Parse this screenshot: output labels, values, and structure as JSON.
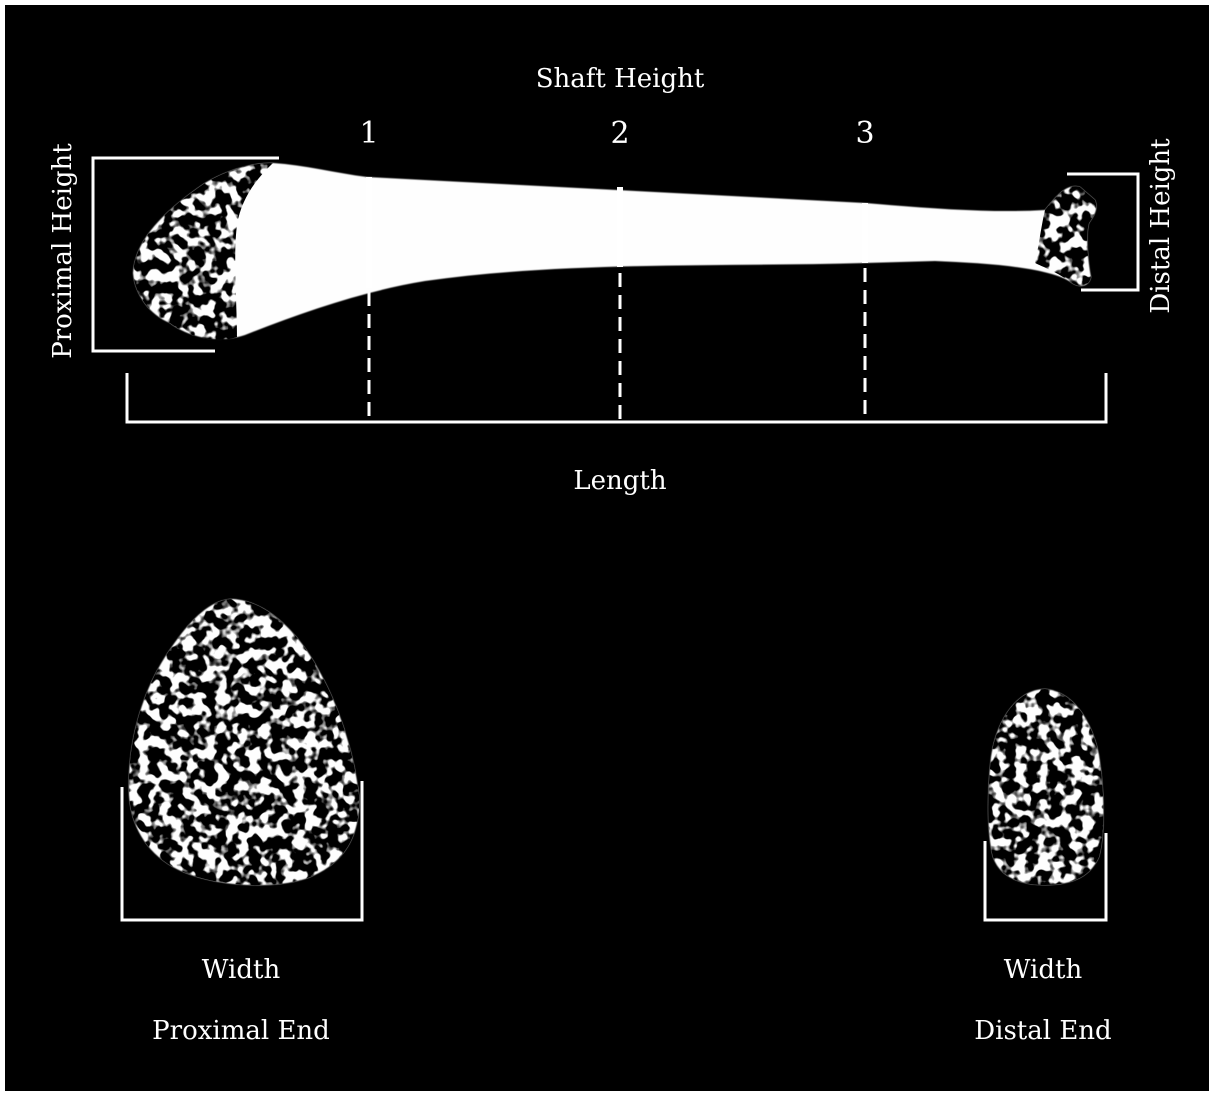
{
  "labels": {
    "shaft_height": "Shaft Height",
    "section_1": "1",
    "section_2": "2",
    "section_3": "3",
    "proximal_height": "Proximal Height",
    "distal_height": "Distal Height",
    "length": "Length",
    "proximal_width": "Width",
    "distal_width": "Width",
    "proximal_end": "Proximal End",
    "distal_end": "Distal End"
  },
  "colors": {
    "background": "#000000",
    "bone": "#ffffff",
    "lines": "#ffffff",
    "texture": "#222222"
  }
}
